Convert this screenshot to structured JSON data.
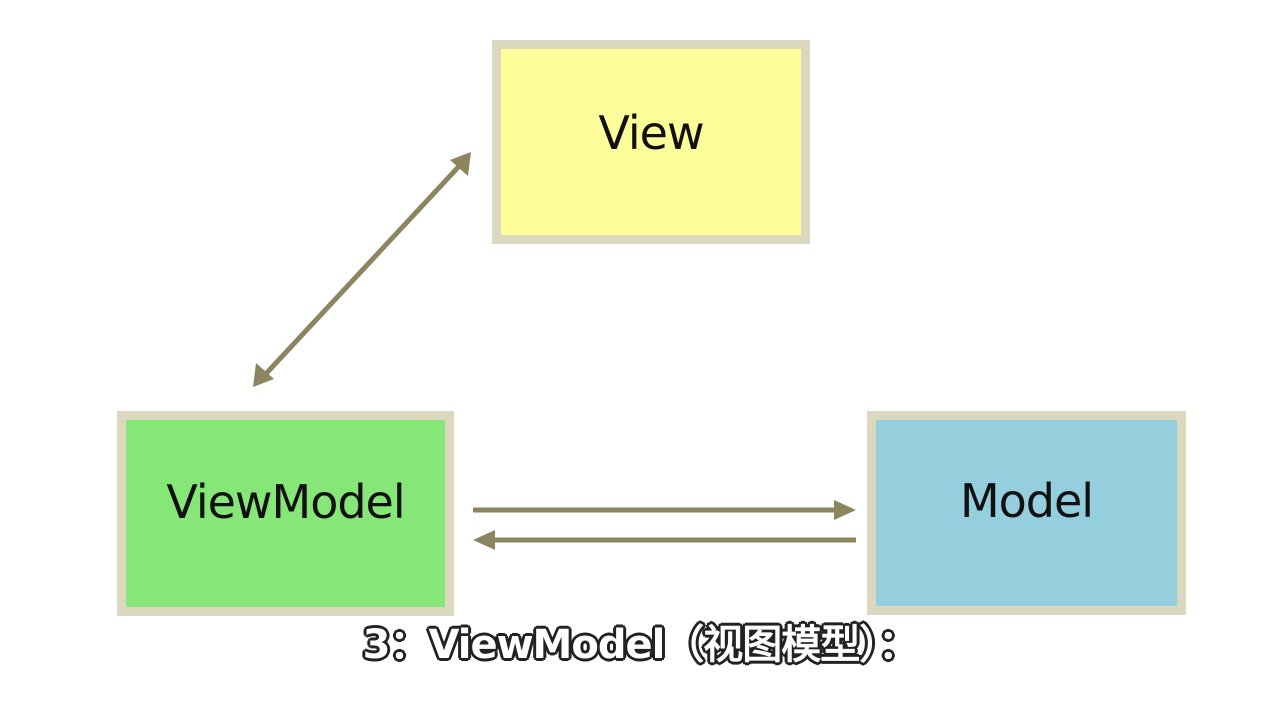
{
  "diagram": {
    "nodes": {
      "view": {
        "label": "View",
        "fill": "#fdfd99"
      },
      "viewmodel": {
        "label": "ViewModel",
        "fill": "#86e677"
      },
      "model": {
        "label": "Model",
        "fill": "#95cedd"
      }
    },
    "border_color": "#dcd8c0",
    "arrow_color": "#8c8560",
    "edges": [
      {
        "from": "viewmodel",
        "to": "view",
        "direction": "bidirectional"
      },
      {
        "from": "viewmodel",
        "to": "model",
        "direction": "forward"
      },
      {
        "from": "model",
        "to": "viewmodel",
        "direction": "forward"
      }
    ]
  },
  "subtitle": "3：ViewModel（视图模型）："
}
